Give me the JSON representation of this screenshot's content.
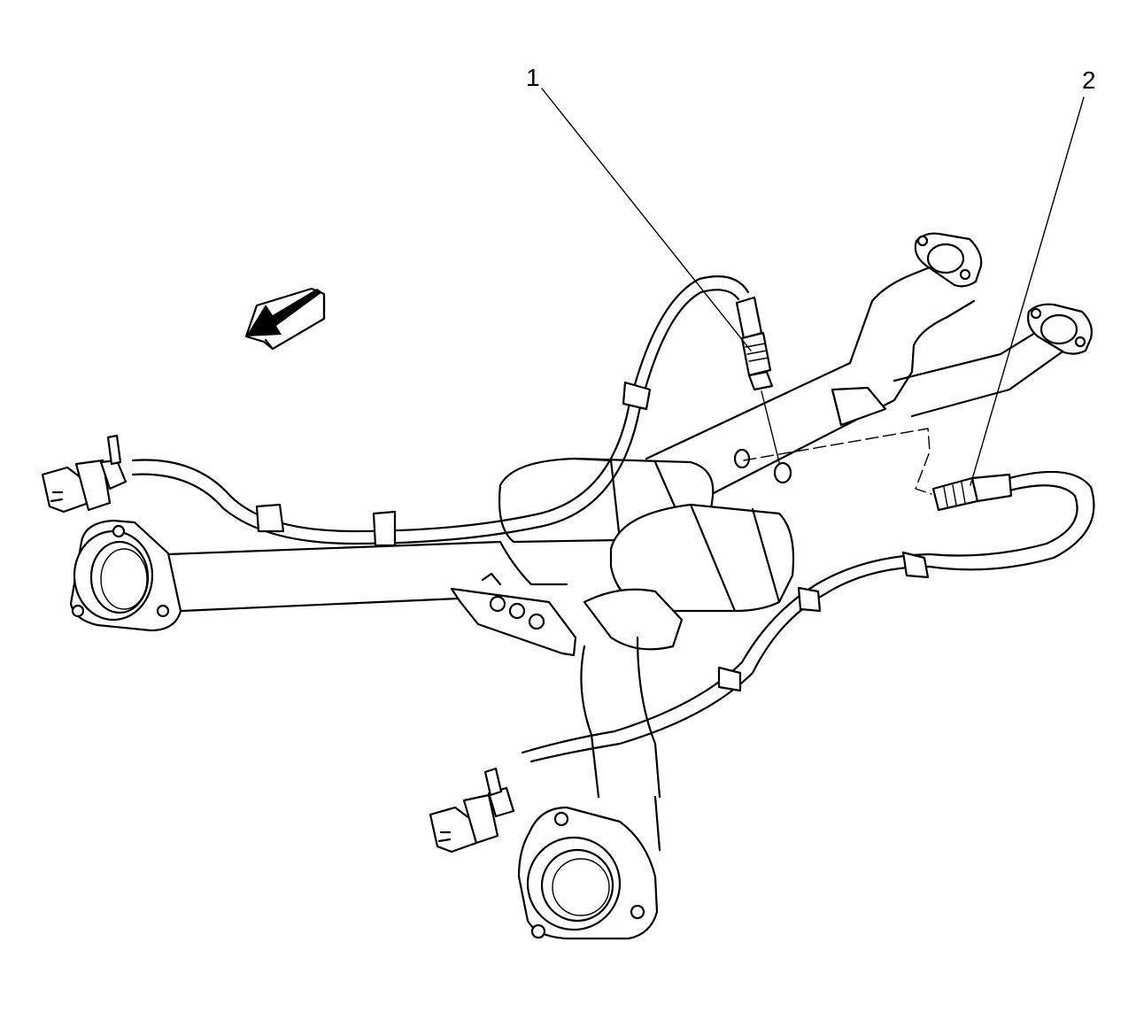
{
  "diagram": {
    "callouts": [
      {
        "id": "1",
        "label": "1"
      },
      {
        "id": "2",
        "label": "2"
      }
    ],
    "colors": {
      "line": "#000000",
      "background": "#ffffff"
    },
    "icons": [
      "direction-arrow-icon"
    ]
  }
}
